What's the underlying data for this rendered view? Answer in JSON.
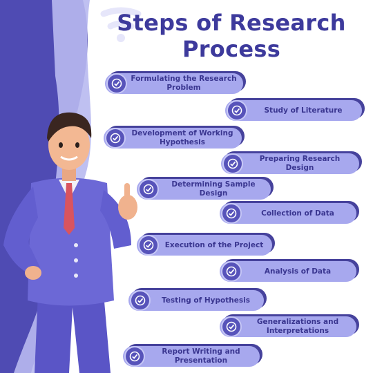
{
  "title": {
    "line1": "Steps of Research",
    "line2": "Process"
  },
  "colors": {
    "title": "#3d3a9c",
    "pill_fill": "#a7a8ee",
    "pill_shadow": "#46429c",
    "check_circle": "#5753ba",
    "background_accent": "#4f4bb3"
  },
  "icon": "check-circle-icon",
  "steps": [
    {
      "label": "Formulating the Research Problem"
    },
    {
      "label": "Study of Literature"
    },
    {
      "label": "Development of Working Hypothesis"
    },
    {
      "label": "Preparing Research Design"
    },
    {
      "label": "Determining Sample Design"
    },
    {
      "label": "Collection of Data"
    },
    {
      "label": "Execution of the Project"
    },
    {
      "label": "Analysis of Data"
    },
    {
      "label": "Testing of Hypothesis"
    },
    {
      "label": "Generalizations and Interpretations"
    },
    {
      "label": "Report Writing and Presentation"
    }
  ]
}
